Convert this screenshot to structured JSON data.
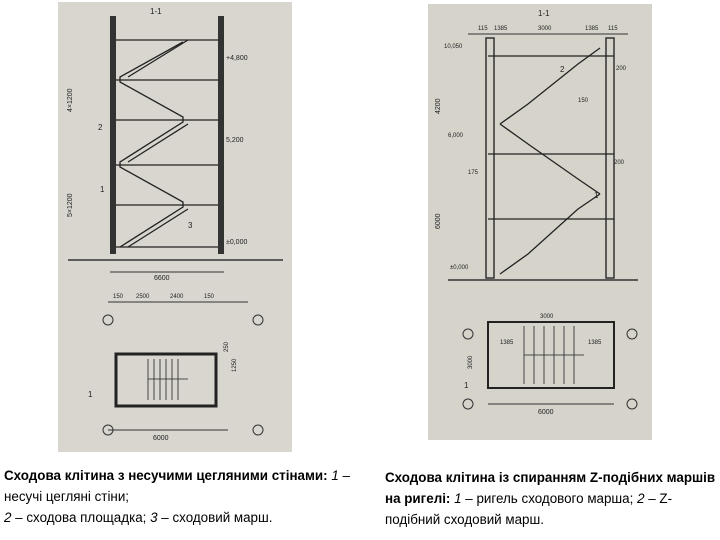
{
  "left": {
    "drawing_labels": {
      "section": "1-1",
      "h1": "+4,800",
      "h2": "5,200",
      "h3": "±0,000",
      "v_upper": "4×1200",
      "v_lower": "5×1200",
      "callout_1": "1",
      "callout_2": "2",
      "callout_3": "3",
      "width_elev": "6600",
      "plan_dims": [
        "150",
        "2500",
        "2400",
        "150"
      ],
      "plan_width": "6000",
      "plan_side": "250",
      "plan_depth": "1250",
      "cut_1": "1"
    },
    "caption": {
      "title": "Сходова клітина з несучими цегляними стінами:",
      "n1": "1",
      "t1": " – несучі цегляні стіни;",
      "n2": "2",
      "t2": " – сходова площадка; ",
      "n3": "3",
      "t3": " – сходовий марш."
    }
  },
  "right": {
    "drawing_labels": {
      "section": "1-1",
      "top_dims": [
        "115",
        "1385",
        "3000",
        "1385",
        "115"
      ],
      "h_top": "10,050",
      "h_mid": "6,000",
      "h_low": "±0,000",
      "v_upper": "4200",
      "v_lower": "6000",
      "d1": "200",
      "d2": "200",
      "d3": "150",
      "callout_1": "1",
      "callout_2": "2",
      "side_dim": "175",
      "plan_dims": [
        "1385",
        "3000",
        "1385"
      ],
      "plan_width": "6000",
      "plan_side": "3000",
      "cut_1": "1"
    },
    "caption": {
      "title": "Сходова клітина із спиранням Z-подібних маршів на ригелі:",
      "n1": "1",
      "t1": " – ригель сходового марша; ",
      "n2": "2",
      "t2": " – Z-подібний сходовий марш."
    }
  }
}
